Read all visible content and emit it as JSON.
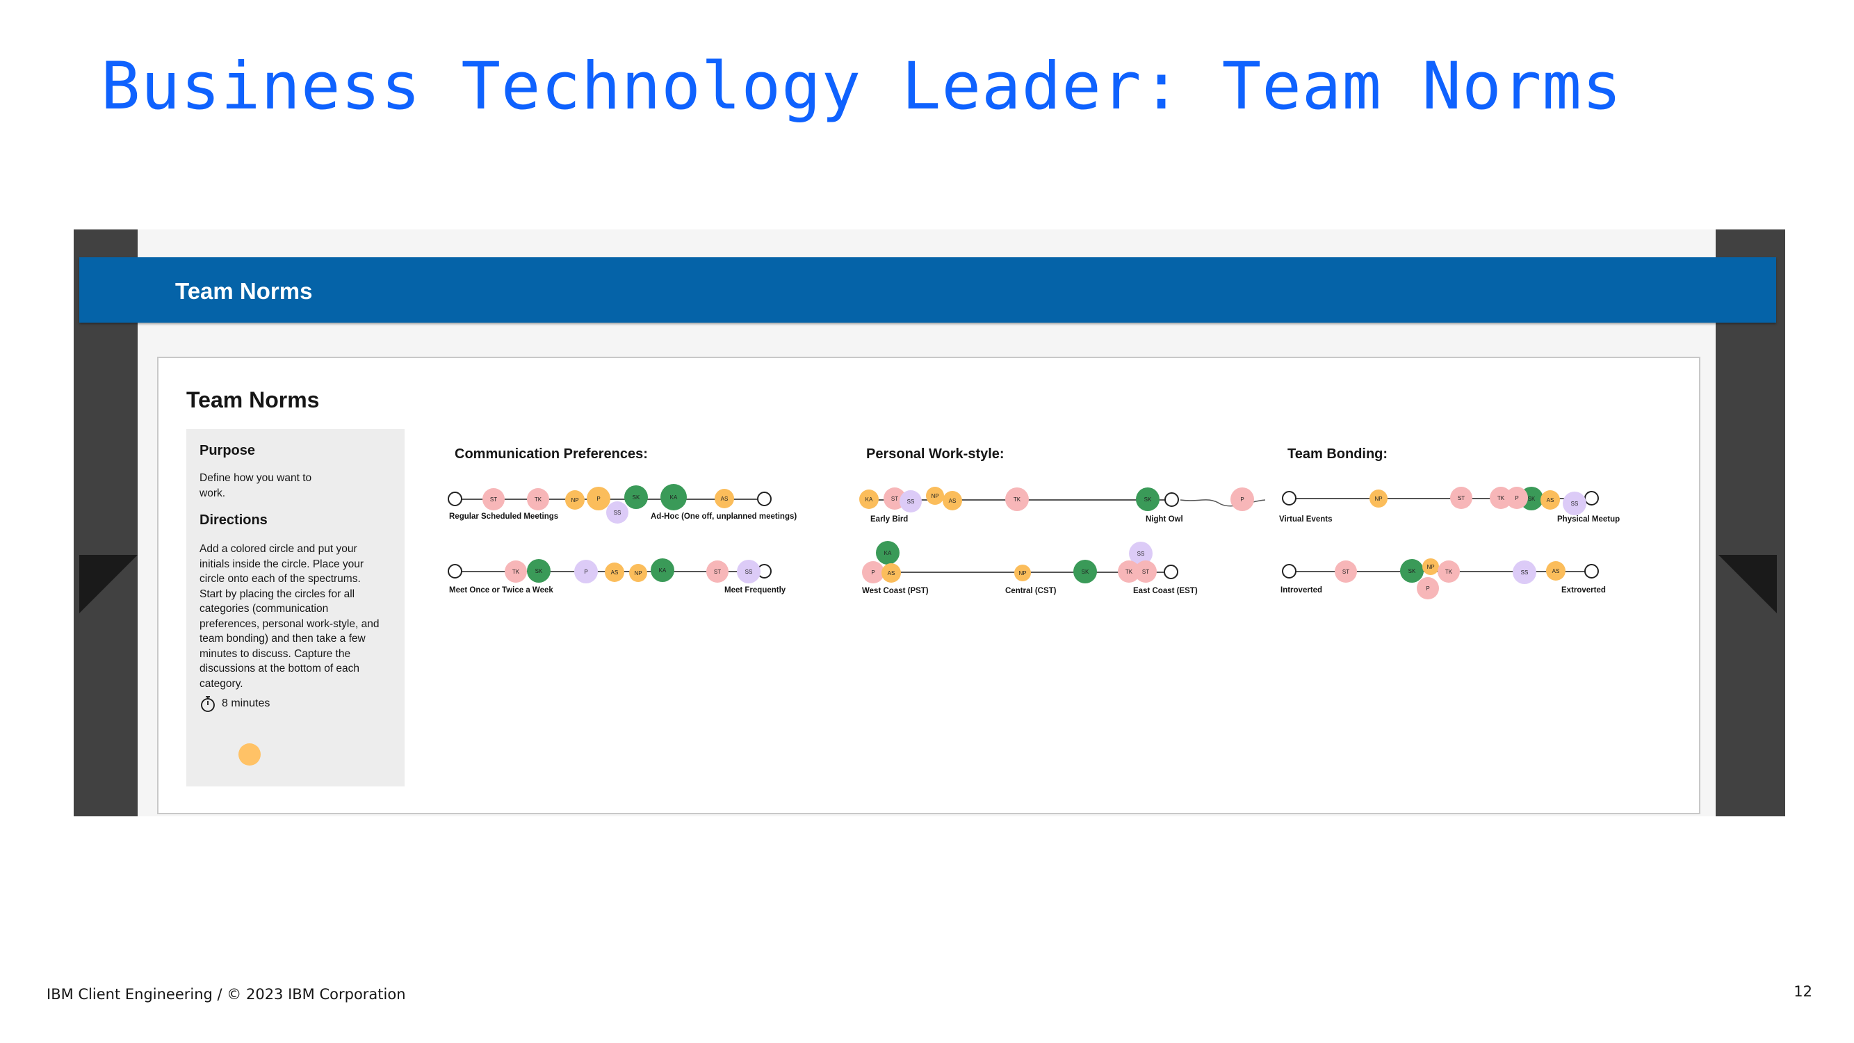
{
  "slide_title": "Business Technology Leader: Team Norms",
  "footer": "IBM Client Engineering / © 2023 IBM Corporation",
  "page_number": "12",
  "banner_title": "Team Norms",
  "board_title": "Team Norms",
  "sidebar": {
    "purpose_heading": "Purpose",
    "purpose_text": "Define how you want to work.",
    "directions_heading": "Directions",
    "directions_text": "Add a colored circle and put your initials inside the circle. Place your circle onto each of the spectrums. Start by placing the circles for all categories (communication preferences, personal work-style, and team bonding) and then take a few minutes to discuss. Capture the discussions at the bottom of each category.",
    "timer_text": "8 minutes",
    "timer_icon": "stopwatch-icon"
  },
  "colors": {
    "title_blue": "#0f62fe",
    "banner_blue": "#0563a8",
    "pink": "#f7b6b8",
    "orange": "#fbbd5b",
    "green": "#3a9a58",
    "purple": "#dccbf7"
  },
  "sections": {
    "communication": {
      "title": "Communication Preferences:",
      "row1": {
        "left": "Regular Scheduled Meetings",
        "right": "Ad-Hoc (One off, unplanned meetings)"
      },
      "row2": {
        "left": "Meet Once or Twice a Week",
        "right": "Meet Frequently"
      }
    },
    "workstyle": {
      "title": "Personal Work-style:",
      "row1": {
        "left": "Early Bird",
        "right": "Night Owl"
      },
      "row2": {
        "left": "West Coast (PST)",
        "mid": "Central (CST)",
        "right": "East Coast (EST)"
      }
    },
    "bonding": {
      "title": "Team Bonding:",
      "row1": {
        "left": "Virtual Events",
        "right": "Physical Meetup"
      },
      "row2": {
        "left": "Introverted",
        "right": "Extroverted"
      }
    }
  },
  "initials": {
    "ST": "ST",
    "TK": "TK",
    "NP": "NP",
    "P": "P",
    "SS": "SS",
    "SK": "SK",
    "KA": "KA",
    "AS": "AS"
  }
}
